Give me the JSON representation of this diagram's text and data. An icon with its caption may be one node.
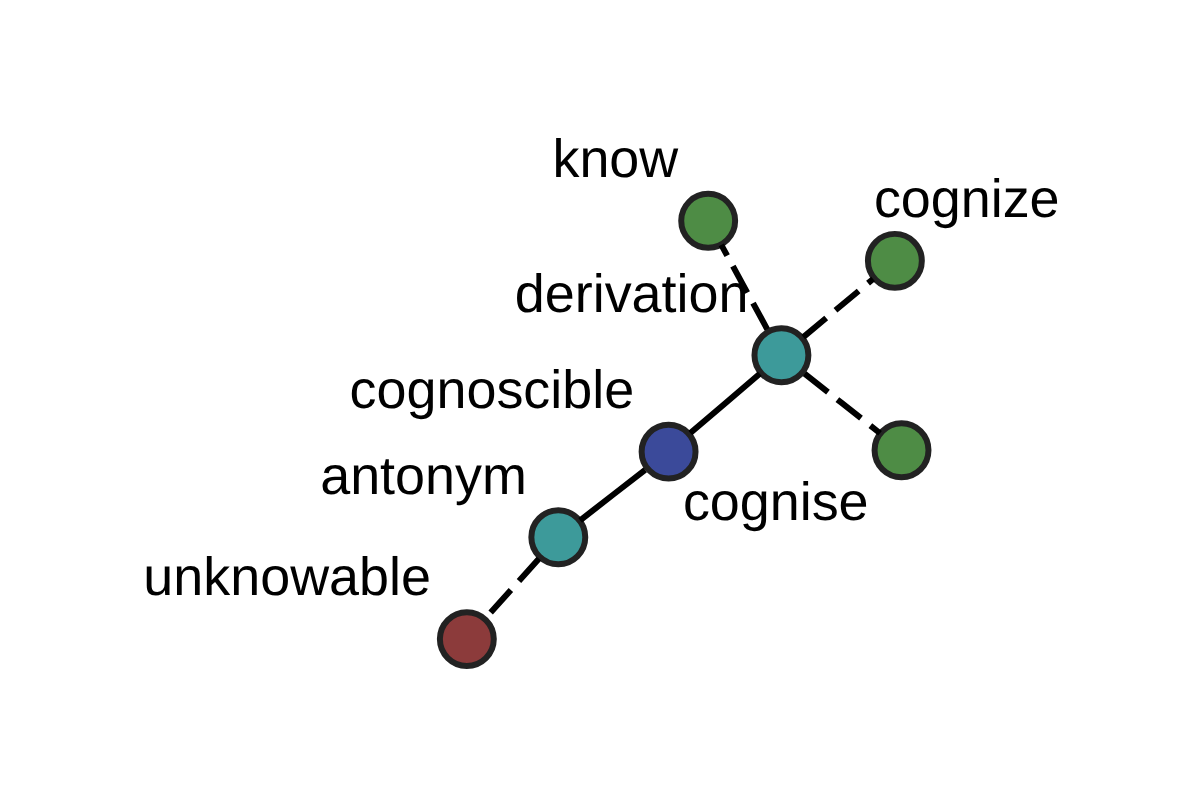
{
  "diagram": {
    "nodes": [
      {
        "text": [
          "know"
        ]
      },
      {
        "text": [
          "cognize"
        ]
      },
      {
        "text": [
          "cognise"
        ]
      },
      {
        "text": [
          "derivation"
        ]
      },
      {
        "text": [
          "cognoscible"
        ]
      },
      {
        "text": [
          "antonym"
        ]
      },
      {
        "text": [
          "unknowable"
        ]
      }
    ],
    "edges": [
      {
        "from": 3,
        "to": 0,
        "arrow": "none",
        "style": "dashed"
      },
      {
        "from": 3,
        "to": 1,
        "arrow": "none",
        "style": "dashed"
      },
      {
        "from": 3,
        "to": 2,
        "arrow": "none",
        "style": "dashed"
      },
      {
        "from": 4,
        "to": 3,
        "arrow": "none"
      },
      {
        "from": 4,
        "to": 5,
        "arrow": "none"
      },
      {
        "from": 5,
        "to": 6,
        "arrow": "none",
        "style": "dashed"
      }
    ]
  }
}
